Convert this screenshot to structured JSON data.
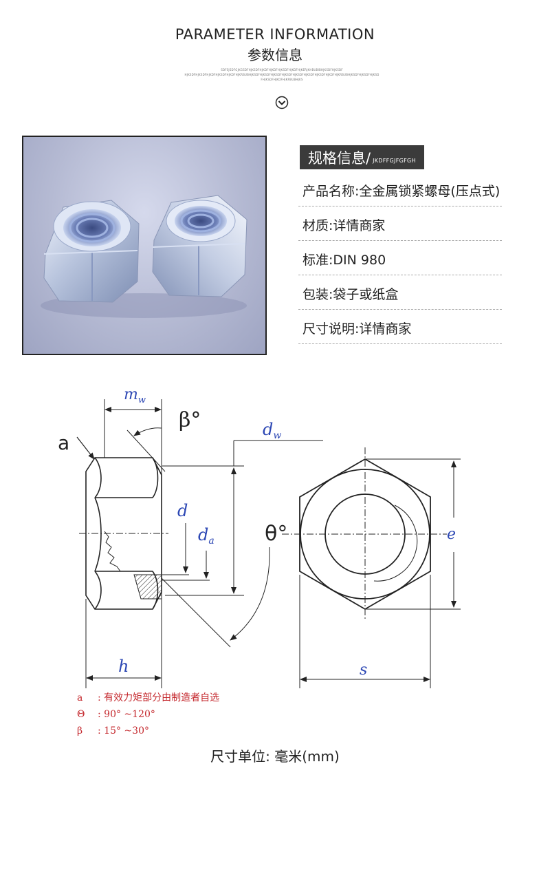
{
  "header": {
    "title_en": "PARAMETER INFORMATION",
    "title_cn": "参数信息",
    "tiny_lines": [
      "SDFSJSDFGJKGSDFHJKSDFHJKDFHJKDFHJKSDFHJKDFHJKERJKHBUBIBHJKSDFHJKSDF",
      "HJKSDFHJKSDFHJKDFHJKSDFHJKDFHJKRBUBHJKSDFHJKSDFHJKSDFHJKSDFHJKSDFHJKSDFHJKSDFHJKDFHJKRBUBHJKSDFHJKSDFHJKSD",
      "FHJKSDFHJKDFHJKRBUBHJKS"
    ],
    "down_icon": "chevron-down-circle-icon"
  },
  "product_photo": {
    "subject": "hex lock nuts, zinc plated"
  },
  "spec": {
    "heading_cn": "规格信息/",
    "heading_en": "JKDFFGJFGFGH",
    "rows": [
      "产品名称:全金属锁紧螺母(压点式)",
      "材质:详情商家",
      "标准:DIN 980",
      "包装:袋子或纸盒",
      "尺寸说明:详情商家"
    ]
  },
  "drawing": {
    "labels": {
      "mw": "m",
      "mw_sub": "w",
      "beta": "β°",
      "a": "a",
      "dw": "d",
      "dw_sub": "w",
      "d": "d",
      "da": "d",
      "da_sub": "a",
      "theta": "θ°",
      "e": "e",
      "h": "h",
      "s": "s"
    },
    "notes": [
      {
        "sym": "a",
        "text": ":  有效力矩部分由制造者自选"
      },
      {
        "sym": "Θ",
        "text": ":  90° ~120°"
      },
      {
        "sym": "β",
        "text": ":  15° ~30°"
      }
    ]
  },
  "footer": {
    "unit": "尺寸单位: 毫米(mm)"
  }
}
